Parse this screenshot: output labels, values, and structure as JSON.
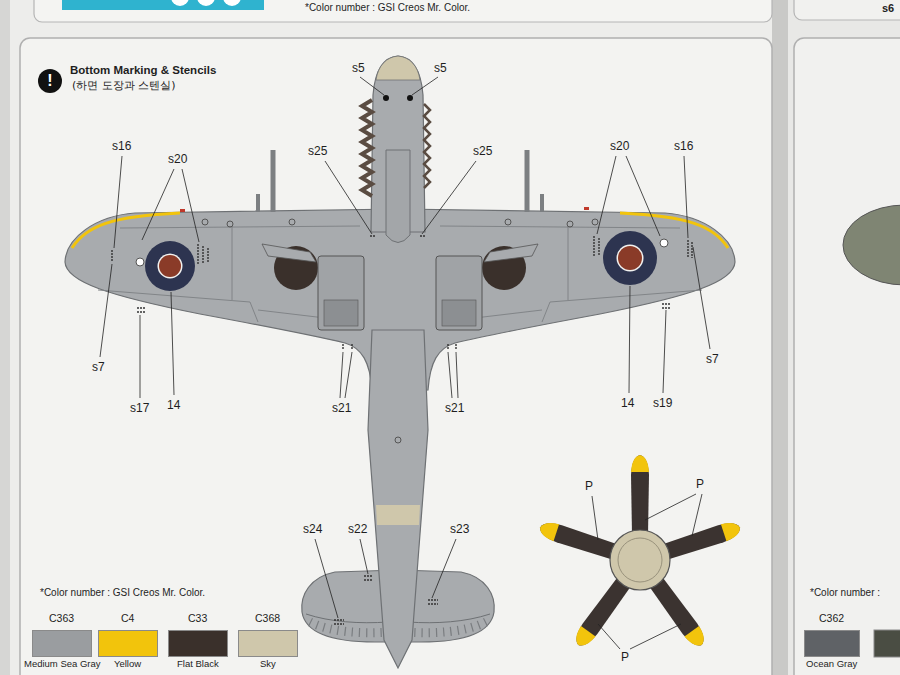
{
  "diagram": {
    "title": "Bottom Marking & Stencils",
    "nodes": [
      {
        "text": [
          "!"
        ]
      }
    ],
    "labels": [
      "*Color number : GSI Creos Mr. Color.",
      "s6",
      "(하면 도장과 스텐실)",
      "s5",
      "s5",
      "s16",
      "s20",
      "s25",
      "s25",
      "s20",
      "s16",
      "s7",
      "s17",
      "14",
      "s21",
      "s21",
      "14",
      "s19",
      "s7",
      "s24",
      "s22",
      "s23",
      "P",
      "P",
      "P",
      "*Color number : GSI Creos Mr. Color.",
      "C363",
      "C4",
      "C33",
      "C368",
      "*Color number :",
      "C362"
    ],
    "legend": [
      {
        "text": "Medium Sea Gray",
        "color": "#9a9da0"
      },
      {
        "text": "Yellow",
        "color": "#f2c40c"
      },
      {
        "text": "Flat Black",
        "color": "#3a302b"
      },
      {
        "text": "Sky",
        "color": "#cfc7ab"
      },
      {
        "text": "Ocean Gray",
        "color": "#5f6266"
      }
    ]
  }
}
